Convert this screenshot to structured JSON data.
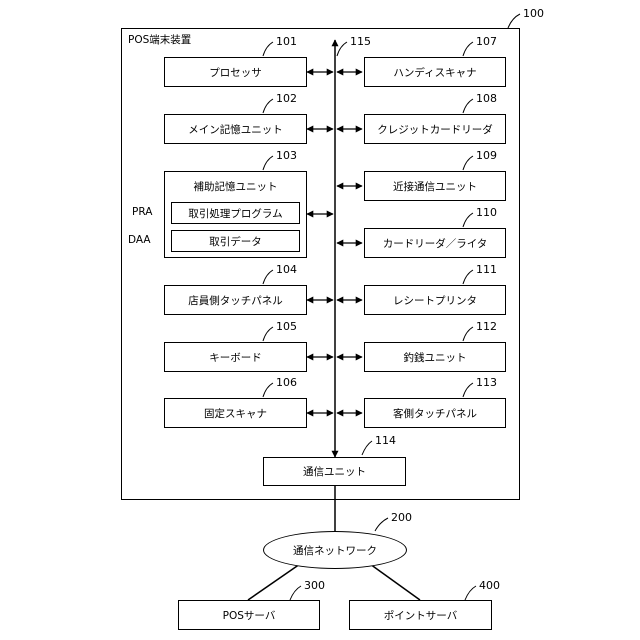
{
  "terminal": {
    "label": "POS端末装置",
    "ref": "100"
  },
  "bus": {
    "ref": "115"
  },
  "left_units": [
    {
      "label": "プロセッサ",
      "ref": "101"
    },
    {
      "label": "メイン記憶ユニット",
      "ref": "102"
    },
    {
      "label": "店員側タッチパネル",
      "ref": "104"
    },
    {
      "label": "キーボード",
      "ref": "105"
    },
    {
      "label": "固定スキャナ",
      "ref": "106"
    }
  ],
  "aux_storage": {
    "label": "補助記憶ユニット",
    "ref": "103",
    "program": {
      "label": "取引処理プログラム",
      "tag": "PRA"
    },
    "data": {
      "label": "取引データ",
      "tag": "DAA"
    }
  },
  "right_units": [
    {
      "label": "ハンディスキャナ",
      "ref": "107"
    },
    {
      "label": "クレジットカードリーダ",
      "ref": "108"
    },
    {
      "label": "近接通信ユニット",
      "ref": "109"
    },
    {
      "label": "カードリーダ／ライタ",
      "ref": "110"
    },
    {
      "label": "レシートプリンタ",
      "ref": "111"
    },
    {
      "label": "釣銭ユニット",
      "ref": "112"
    },
    {
      "label": "客側タッチパネル",
      "ref": "113"
    }
  ],
  "comm_unit": {
    "label": "通信ユニット",
    "ref": "114"
  },
  "network": {
    "label": "通信ネットワーク",
    "ref": "200"
  },
  "servers": [
    {
      "label": "POSサーバ",
      "ref": "300"
    },
    {
      "label": "ポイントサーバ",
      "ref": "400"
    }
  ]
}
